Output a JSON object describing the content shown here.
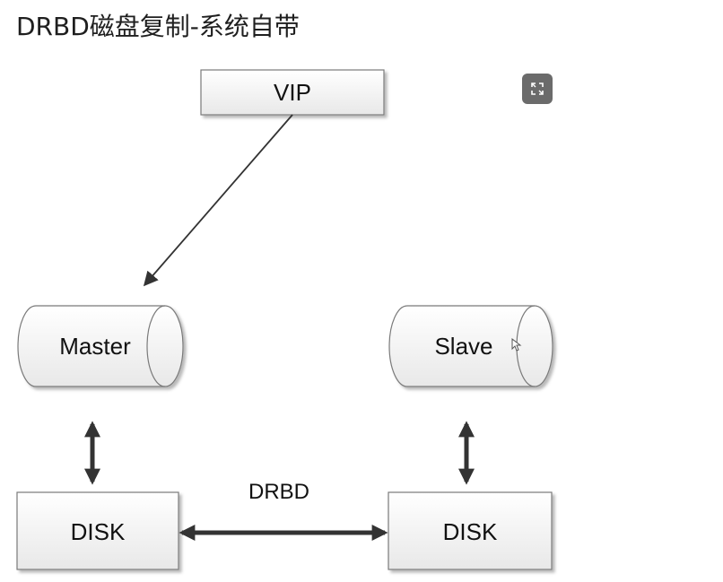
{
  "page": {
    "title": "DRBD磁盘复制-系统自带"
  },
  "diagram": {
    "vip_label": "VIP",
    "master_label": "Master",
    "slave_label": "Slave",
    "disk_left_label": "DISK",
    "disk_right_label": "DISK",
    "link_label": "DRBD"
  },
  "colors": {
    "box_border": "#7a7a7a",
    "box_fill_top": "#ffffff",
    "box_fill_bottom": "#e9e9e9",
    "arrow": "#333333",
    "expand_button": "#6b6b6b"
  },
  "icons": {
    "expand": "expand-icon",
    "cursor": "mouse-pointer-icon"
  }
}
